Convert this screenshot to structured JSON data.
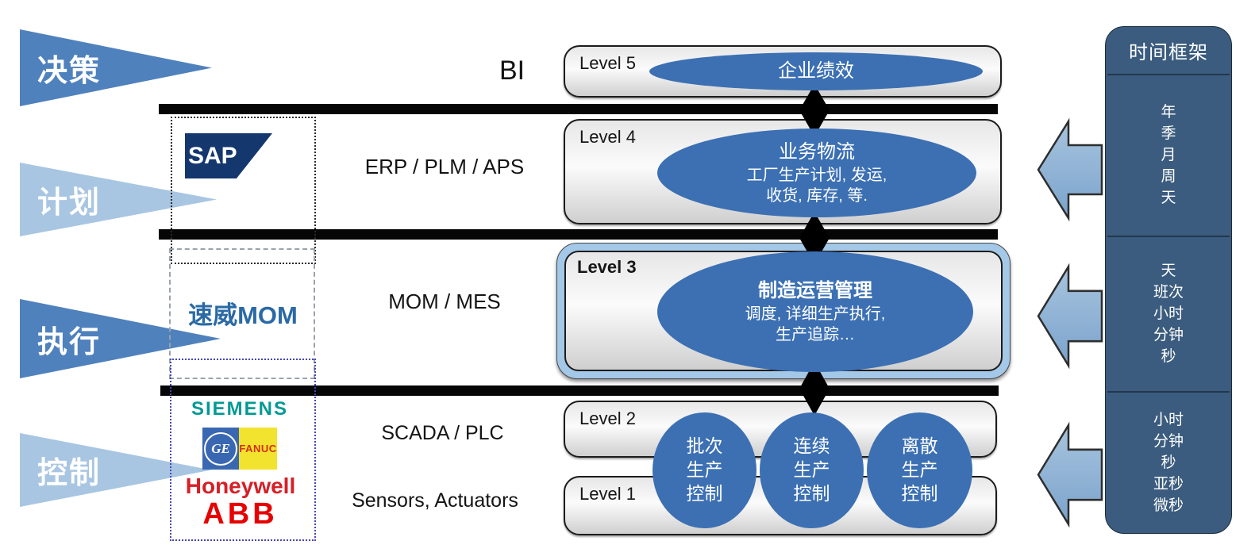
{
  "stages": [
    {
      "label": "决策"
    },
    {
      "label": "计划"
    },
    {
      "label": "执行"
    },
    {
      "label": "控制"
    }
  ],
  "vendors": {
    "sap": "SAP",
    "suwei": "速威MOM",
    "siemens": "SIEMENS",
    "ge": "GE",
    "fanuc": "FANUC",
    "honeywell": "Honeywell",
    "abb": "ABB"
  },
  "system_labels": {
    "bi": "BI",
    "erp": "ERP / PLM / APS",
    "mom": "MOM / MES",
    "scada": "SCADA / PLC",
    "sensors": "Sensors, Actuators"
  },
  "levels": {
    "l5": {
      "label": "Level 5",
      "title": "企业绩效"
    },
    "l4": {
      "label": "Level 4",
      "title": "业务物流",
      "line1": "工厂生产计划, 发运,",
      "line2": "收货, 库存, 等."
    },
    "l3": {
      "label": "Level 3",
      "title": "制造运营管理",
      "line1": "调度, 详细生产执行,",
      "line2": "生产追踪…"
    },
    "l2": {
      "label": "Level 2"
    },
    "l1": {
      "label": "Level 1"
    }
  },
  "control_circles": [
    {
      "line1": "批次",
      "line2": "生产",
      "line3": "控制"
    },
    {
      "line1": "连续",
      "line2": "生产",
      "line3": "控制"
    },
    {
      "line1": "离散",
      "line2": "生产",
      "line3": "控制"
    }
  ],
  "timeframe": {
    "title": "时间框架",
    "group1": [
      "年",
      "季",
      "月",
      "周",
      "天"
    ],
    "group2": [
      "天",
      "班次",
      "小时",
      "分钟",
      "秒"
    ],
    "group3": [
      "小时",
      "分钟",
      "秒",
      "亚秒",
      "微秒"
    ]
  },
  "colors": {
    "stage_dark": "#4f81bd",
    "stage_light": "#a8c6e2",
    "ellipse_blue": "#3c70b3",
    "panel_blue": "#3b5c7e",
    "highlight_blue": "#a4c8e7",
    "separator_black": "#060606"
  }
}
